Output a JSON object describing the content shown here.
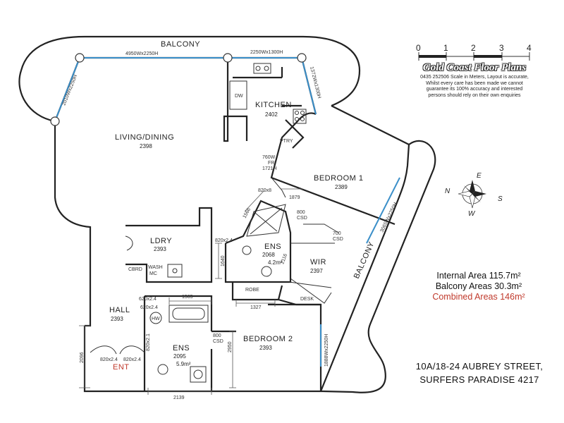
{
  "rooms": {
    "balcony_top": "BALCONY",
    "balcony_right": "BALCONY",
    "kitchen": {
      "name": "KITCHEN",
      "code": "2402"
    },
    "living": {
      "name": "LIVING/DINING",
      "code": "2398"
    },
    "bedroom1": {
      "name": "BEDROOM 1",
      "code": "2389"
    },
    "ens1": {
      "name": "ENS",
      "code": "2068",
      "area": "4.2m²"
    },
    "wir": {
      "name": "WIR",
      "code": "2397"
    },
    "ldry": {
      "name": "LDRY",
      "code": "2393"
    },
    "hall": {
      "name": "HALL",
      "code": "2393"
    },
    "ens2": {
      "name": "ENS",
      "code": "2095",
      "area": "5.9m²"
    },
    "bedroom2": {
      "name": "BEDROOM 2",
      "code": "2393"
    },
    "entry": "ENT"
  },
  "fixtures": {
    "dw": "DW",
    "ptry": "PTRY",
    "fr": "760W\nFR\n1721H",
    "csd1": "800\nCSD",
    "csd2": "700\nCSD",
    "csd3": "800\nCSD",
    "robe": "ROBE",
    "desk": "DESK",
    "cbrd": "CBRD",
    "wash": "WASH\nMC",
    "hw": "HW"
  },
  "dimensions": {
    "win_top_left": "4950Wx2250H",
    "win_top_right": "2250Wx1300H",
    "win_left": "2010Wx2250H",
    "win_right_top": "1372Wx1300H",
    "win_bed1": "3065Wx2250H",
    "win_bed2": "1888Wx2250H",
    "d_820x8": "820x8",
    "d_1879": "1879",
    "d_1566": "1566",
    "d_820x24_ens": "820x2.4",
    "d_1640": "1640",
    "d_2116": "2116",
    "d_1327": "1327",
    "d_1565": "1565",
    "d_620a": "620x2.4",
    "d_620b": "620x2.4",
    "d_820x21": "820x2.1",
    "d_2096": "2096",
    "d_820x24_ent_a": "820x2.4",
    "d_820x24_ent_b": "820x2.4",
    "d_2950": "2950",
    "d_2139": "2139"
  },
  "scale": {
    "ticks": [
      "0",
      "1",
      "2",
      "3",
      "4"
    ]
  },
  "brand": {
    "name": "Gold Coast Floor Plans",
    "note_lines": [
      "0435 252506 Scale in Meters, Layout is accurate,",
      "Whilst every care has been made we cannot",
      "guarantee its 100% accuracy and interested",
      "persons should rely on their own enquiries"
    ]
  },
  "compass": {
    "n": "N",
    "e": "E",
    "s": "S",
    "w": "W"
  },
  "areas": {
    "internal": "Internal Area 115.7m²",
    "balcony": "Balcony Areas 30.3m²",
    "combined": "Combined Areas 146m²"
  },
  "address": {
    "line1": "10A/18-24 AUBREY STREET,",
    "line2": "SURFERS PARADISE 4217"
  },
  "colors": {
    "glass": "#3b8fc9",
    "entry": "#c0392b",
    "combined": "#c0392b"
  }
}
